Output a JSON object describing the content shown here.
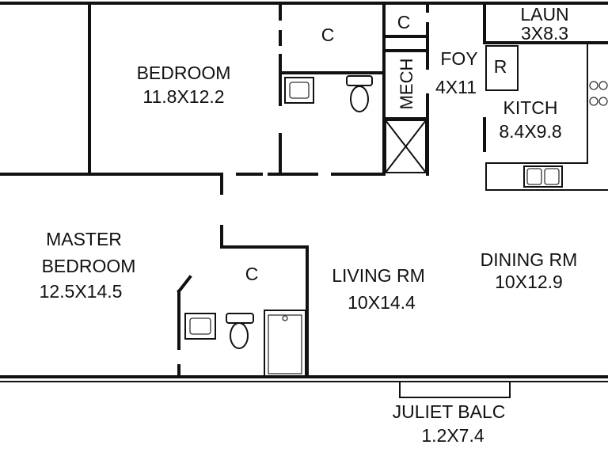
{
  "rooms": {
    "bedroom": {
      "name": "BEDROOM",
      "size": "11.8X12.2"
    },
    "master": {
      "name_line1": "MASTER",
      "name_line2": "BEDROOM",
      "size": "12.5X14.5"
    },
    "living": {
      "name": "LIVING RM",
      "size": "10X14.4"
    },
    "dining": {
      "name": "DINING RM",
      "size": "10X12.9"
    },
    "kitchen": {
      "name": "KITCH",
      "size": "8.4X9.8"
    },
    "laundry": {
      "name": "LAUN",
      "size": "3X8.3"
    },
    "foyer": {
      "name": "FOY",
      "size": "4X11"
    },
    "mech": {
      "name": "MECH"
    },
    "balcony": {
      "name": "JULIET BALC",
      "size": "1.2X7.4"
    }
  },
  "closets": {
    "bedroom_closet": "C",
    "foyer_closet": "C",
    "master_closet": "C"
  },
  "fixtures": {
    "refrigerator": "R"
  }
}
